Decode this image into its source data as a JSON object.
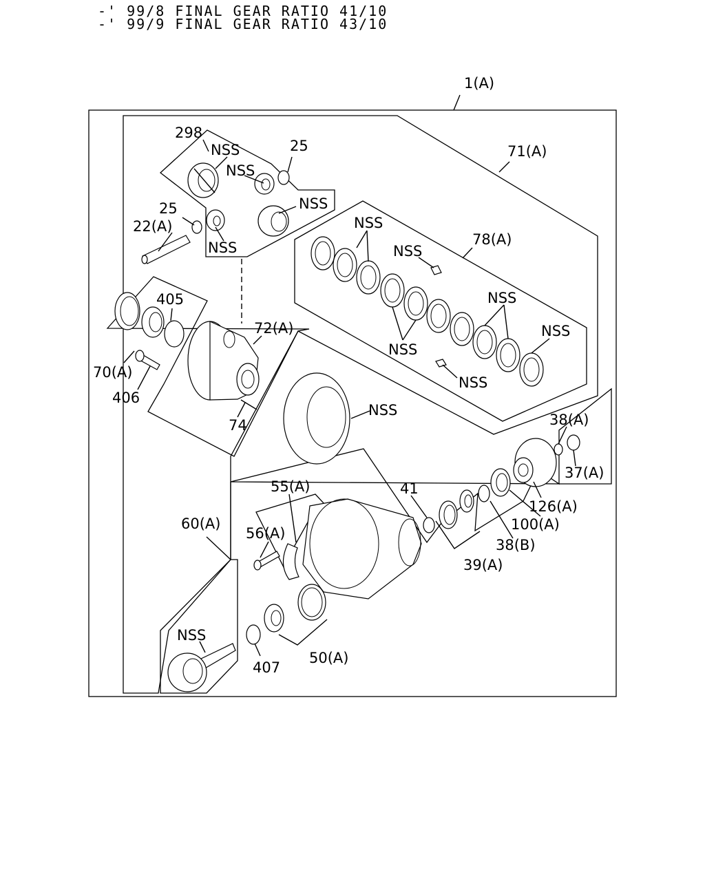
{
  "header": {
    "line1": "-' 99/8 FINAL GEAR RATIO 41/10",
    "line2": "-' 99/9 FINAL GEAR RATIO 43/10"
  },
  "callouts": {
    "assembly": "1(A)",
    "c298": "298",
    "nss_a": "NSS",
    "nss_b": "NSS",
    "c25_top": "25",
    "nss_c": "NSS",
    "c25_left": "25",
    "c22": "22(A)",
    "nss_d": "NSS",
    "c71": "71(A)",
    "nss_e": "NSS",
    "nss_f": "NSS",
    "c78": "78(A)",
    "nss_g": "NSS",
    "nss_h": "NSS",
    "nss_i": "NSS",
    "nss_j": "NSS",
    "c405": "405",
    "c72": "72(A)",
    "c70": "70(A)",
    "c406": "406",
    "c74": "74",
    "nss_ring": "NSS",
    "c38a": "38(A)",
    "c37": "37(A)",
    "c41": "41",
    "c55": "55(A)",
    "c126": "126(A)",
    "c60": "60(A)",
    "c56": "56(A)",
    "c100": "100(A)",
    "c38b": "38(B)",
    "c39": "39(A)",
    "nss_pinion": "NSS",
    "c407": "407",
    "c50": "50(A)"
  }
}
